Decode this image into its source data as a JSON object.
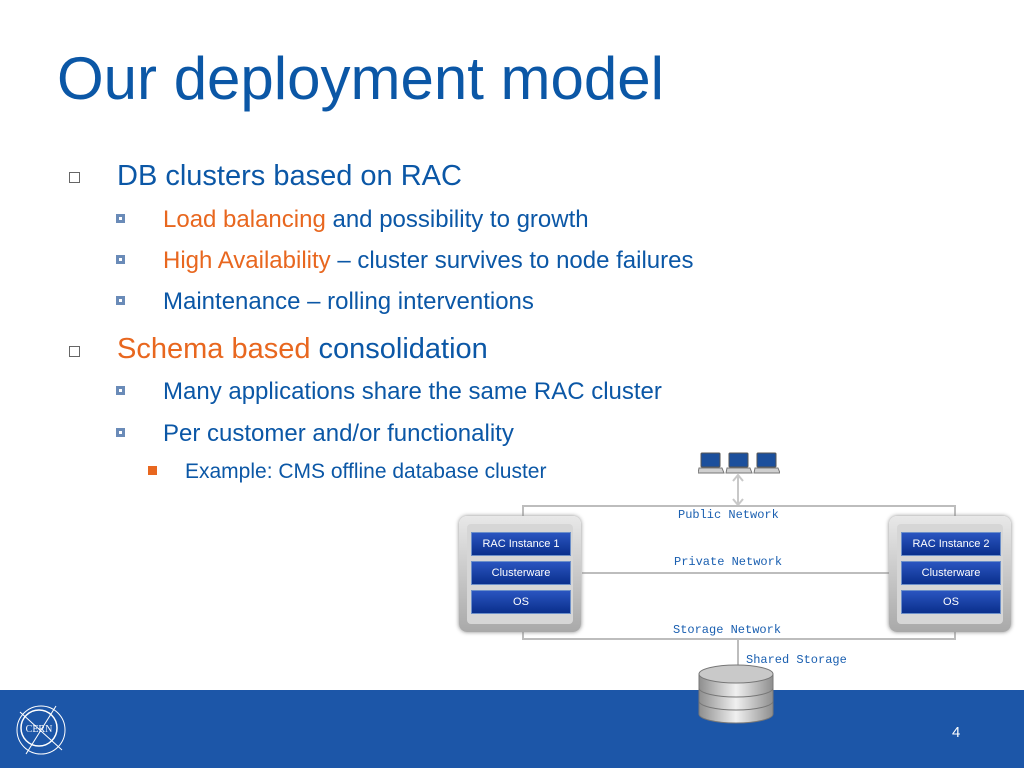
{
  "slide": {
    "title": "Our deployment model",
    "page_number": "4"
  },
  "bullets": {
    "b1": "DB clusters based on RAC",
    "b1_1_orange": "Load balancing",
    "b1_1_rest": " and possibility to growth",
    "b1_2_orange": "High Availability",
    "b1_2_rest": " – cluster survives to node failures",
    "b1_3": "Maintenance – rolling interventions",
    "b2_orange": "Schema based",
    "b2_rest": " consolidation",
    "b2_1": "Many applications share the same RAC cluster",
    "b2_2": "Per customer and/or functionality",
    "b2_2_1": "Example: CMS offline database cluster"
  },
  "diagram": {
    "public_network": "Public Network",
    "private_network": "Private Network",
    "storage_network": "Storage Network",
    "shared_storage": "Shared Storage",
    "node1": {
      "rac": "RAC Instance 1",
      "clusterware": "Clusterware",
      "os": "OS"
    },
    "node2": {
      "rac": "RAC Instance 2",
      "clusterware": "Clusterware",
      "os": "OS"
    }
  },
  "logo_text": "CERN",
  "colors": {
    "title_blue": "#0b57a6",
    "accent_orange": "#e8671f",
    "footer_blue": "#1c56a8"
  }
}
